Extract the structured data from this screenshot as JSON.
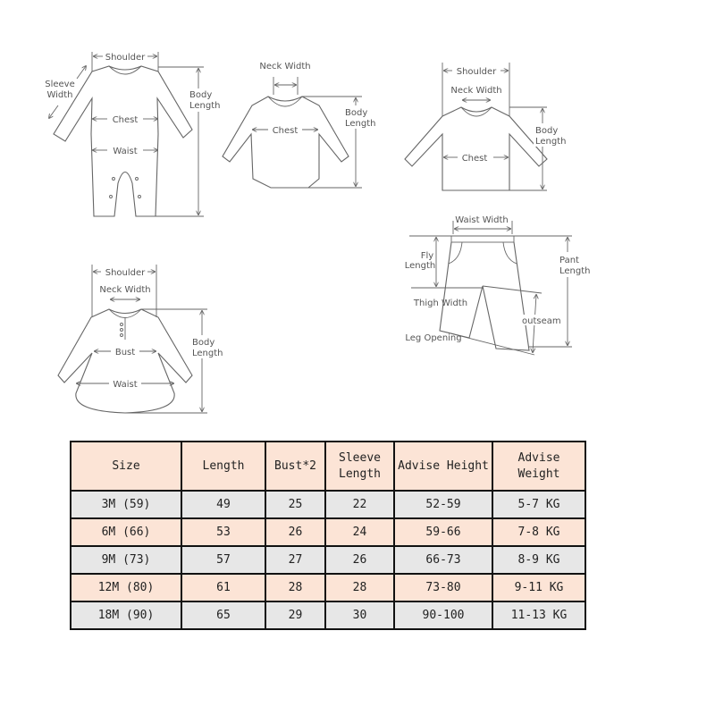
{
  "diagrams": {
    "romper": {
      "shoulder": "Shoulder",
      "sleeve_width_1": "Sleeve",
      "sleeve_width_2": "Width",
      "body_length_1": "Body",
      "body_length_2": "Length",
      "chest": "Chest",
      "waist": "Waist"
    },
    "bodysuit": {
      "neck_width": "Neck Width",
      "chest": "Chest",
      "body_length_1": "Body",
      "body_length_2": "Length"
    },
    "sweater": {
      "shoulder": "Shoulder",
      "neck_width": "Neck Width",
      "body_length_1": "Body",
      "body_length_2": "Length",
      "chest": "Chest"
    },
    "pants": {
      "waist_width": "Waist Width",
      "fly_length_1": "Fly",
      "fly_length_2": "Length",
      "pant_length_1": "Pant",
      "pant_length_2": "Length",
      "thigh_width": "Thigh Width",
      "outseam": "outseam",
      "leg_opening": "Leg Opening"
    },
    "dress": {
      "shoulder": "Shoulder",
      "neck_width": "Neck Width",
      "body_length_1": "Body",
      "body_length_2": "Length",
      "bust": "Bust",
      "waist": "Waist"
    }
  },
  "size_table": {
    "headers": [
      "Size",
      "Length",
      "Bust*2",
      "Sleeve\nLength",
      "Advise Height",
      "Advise\nWeight"
    ],
    "rows": [
      [
        "3M (59)",
        "49",
        "25",
        "22",
        "52-59",
        "5-7 KG"
      ],
      [
        "6M (66)",
        "53",
        "26",
        "24",
        "59-66",
        "7-8 KG"
      ],
      [
        "9M (73)",
        "57",
        "27",
        "26",
        "66-73",
        "8-9 KG"
      ],
      [
        "12M (80)",
        "61",
        "28",
        "28",
        "73-80",
        "9-11 KG"
      ],
      [
        "18M (90)",
        "65",
        "29",
        "30",
        "90-100",
        "11-13 KG"
      ]
    ],
    "colors": {
      "header": "#fce4d6",
      "row_gray": "#e7e7e7",
      "row_peach": "#fce4d6",
      "border": "#111111"
    }
  }
}
